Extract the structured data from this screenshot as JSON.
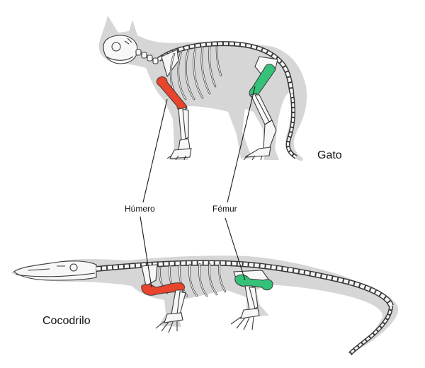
{
  "labels": {
    "cat": "Gato",
    "crocodile": "Cocodrilo",
    "humerus": "Húmero",
    "femur": "Fémur"
  },
  "colors": {
    "silhouette": "#d6d6d6",
    "bone": "#f7f7f7",
    "outline": "#3a3a3a",
    "humerus": "#e8452c",
    "femur": "#35c178"
  }
}
